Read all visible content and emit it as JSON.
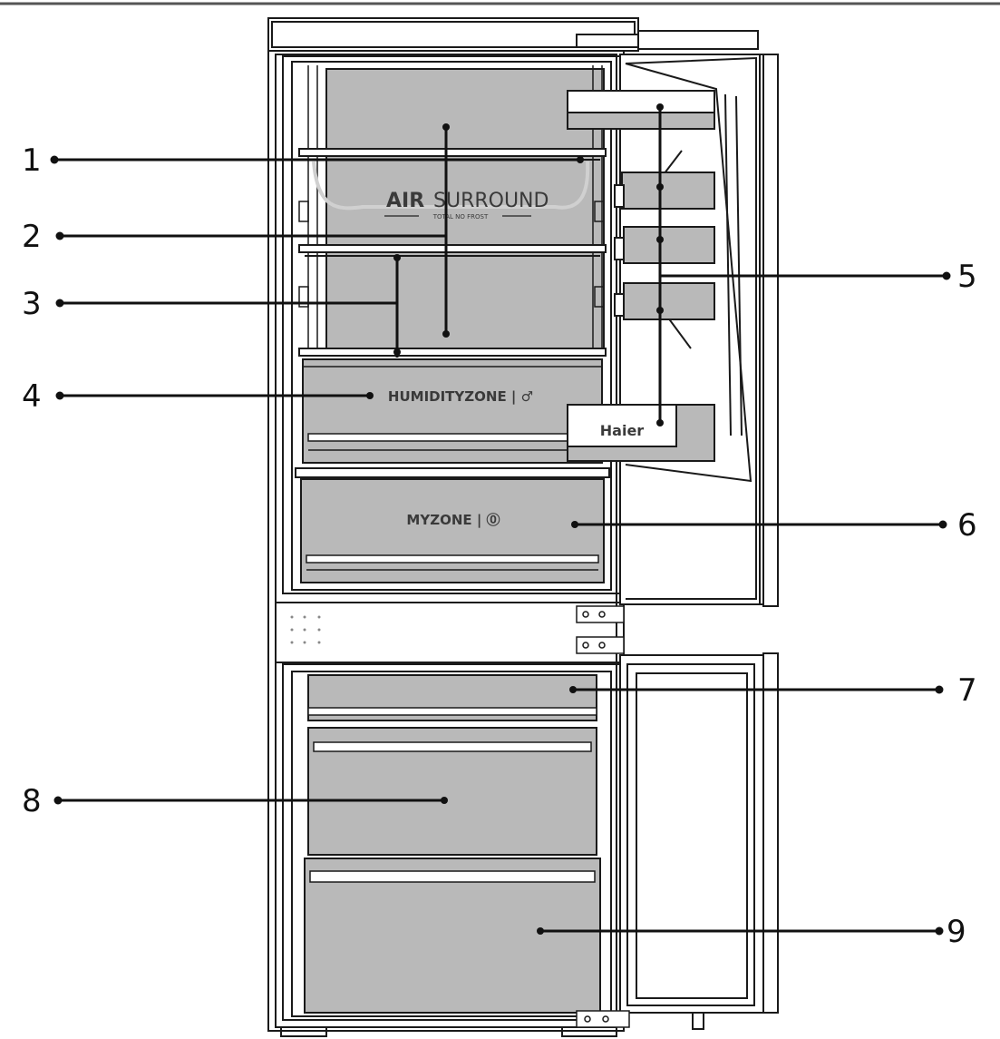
{
  "brand": {
    "airsurround_part1": "AIR",
    "airsurround_part2": "SURROUND",
    "airsurround_tagline": "TOTAL NO FROST",
    "humidityzone": "HUMIDITYZONE | ♂",
    "myzone": "MYZONE | ⓪",
    "logo": "Haier"
  },
  "callouts": [
    {
      "id": "1",
      "label": "1"
    },
    {
      "id": "2",
      "label": "2"
    },
    {
      "id": "3",
      "label": "3"
    },
    {
      "id": "4",
      "label": "4"
    },
    {
      "id": "5",
      "label": "5"
    },
    {
      "id": "6",
      "label": "6"
    },
    {
      "id": "7",
      "label": "7"
    },
    {
      "id": "8",
      "label": "8"
    },
    {
      "id": "9",
      "label": "9"
    }
  ],
  "colors": {
    "outline": "#1a1a1a",
    "panel_fill": "#b9b9b9",
    "panel_fill_dark": "#a8a8a8",
    "leader": "#111111"
  }
}
